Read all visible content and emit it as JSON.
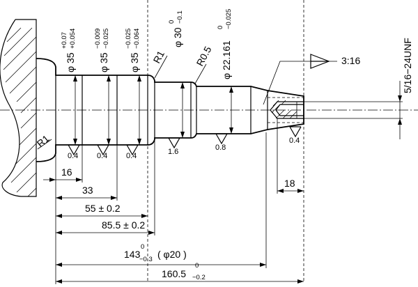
{
  "dimensions": {
    "d1_main": "φ 35",
    "d1_upper": "+0.07",
    "d1_lower": "+0.054",
    "d2_main": "φ 35",
    "d2_upper": "−0.009",
    "d2_lower": "−0.025",
    "d3_main": "φ 35",
    "d3_upper": "−0.025",
    "d3_lower": "−0.064",
    "r1_top": "R1",
    "d4_main": "φ 30",
    "d4_upper": "0",
    "d4_lower": "−0.1",
    "r05": "R0.5",
    "d5_main": "φ 22.161",
    "d5_upper": "0",
    "d5_lower": "−0.025",
    "taper": "3:16",
    "thread": "5/16−24UNF",
    "r1_bottom": "R1",
    "len_16": "16",
    "len_33": "33",
    "len_55": "55 ± 0.2",
    "len_85": "85.5 ± 0.2",
    "len_143_main": "143",
    "len_143_upper": "0",
    "len_143_lower": "−0.3",
    "len_143_paren": "( φ20 )",
    "len_160_main": "160.5",
    "len_160_upper": "0",
    "len_160_lower": "−0.2",
    "len_18": "18"
  },
  "roughness": [
    "0.4",
    "0.4",
    "0.4",
    "1.6",
    "0.8",
    "0.4"
  ]
}
